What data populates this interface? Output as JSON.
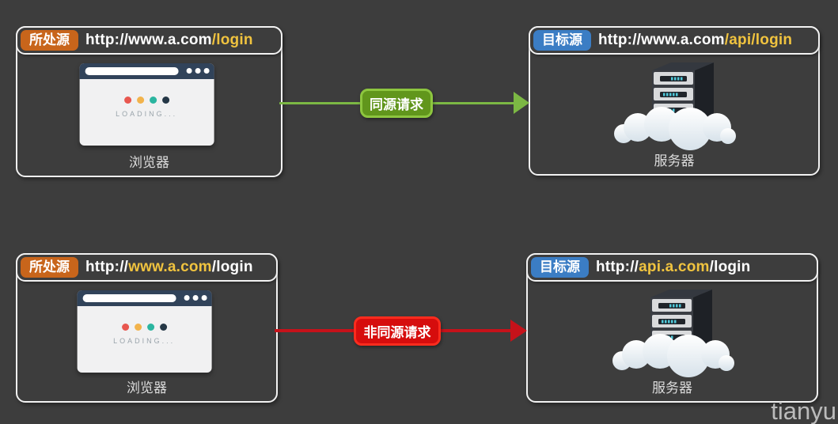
{
  "panels": {
    "top_left": {
      "badge": "所处源",
      "url": {
        "pre": "http://www.a.com",
        "highlight": "/login",
        "post": ""
      },
      "caption": "浏览器"
    },
    "top_right": {
      "badge": "目标源",
      "url": {
        "pre": "http://www.a.com",
        "highlight": "/api/login",
        "post": ""
      },
      "caption": "服务器"
    },
    "bottom_left": {
      "badge": "所处源",
      "url": {
        "pre": "http://",
        "highlight": "www.a.com",
        "post": "/login"
      },
      "caption": "浏览器"
    },
    "bottom_right": {
      "badge": "目标源",
      "url": {
        "pre": "http://",
        "highlight": "api.a.com",
        "post": "/login"
      },
      "caption": "服务器"
    }
  },
  "arrows": {
    "same_origin": {
      "label": "同源请求",
      "color": "#7cb844"
    },
    "cross_origin": {
      "label": "非同源请求",
      "color": "#c6121a"
    }
  },
  "browser_graphic": {
    "loading_text": "LOADING..."
  },
  "colors": {
    "background": "#3d3d3d",
    "panel_border": "#f2f2f2",
    "origin_badge_orange": "#c8651b",
    "target_badge_blue": "#3b7dc4",
    "url_highlight_yellow": "#f0c33f",
    "same_origin_green": "#7cb844",
    "cross_origin_red": "#c6121a"
  },
  "watermark": "tianyu"
}
